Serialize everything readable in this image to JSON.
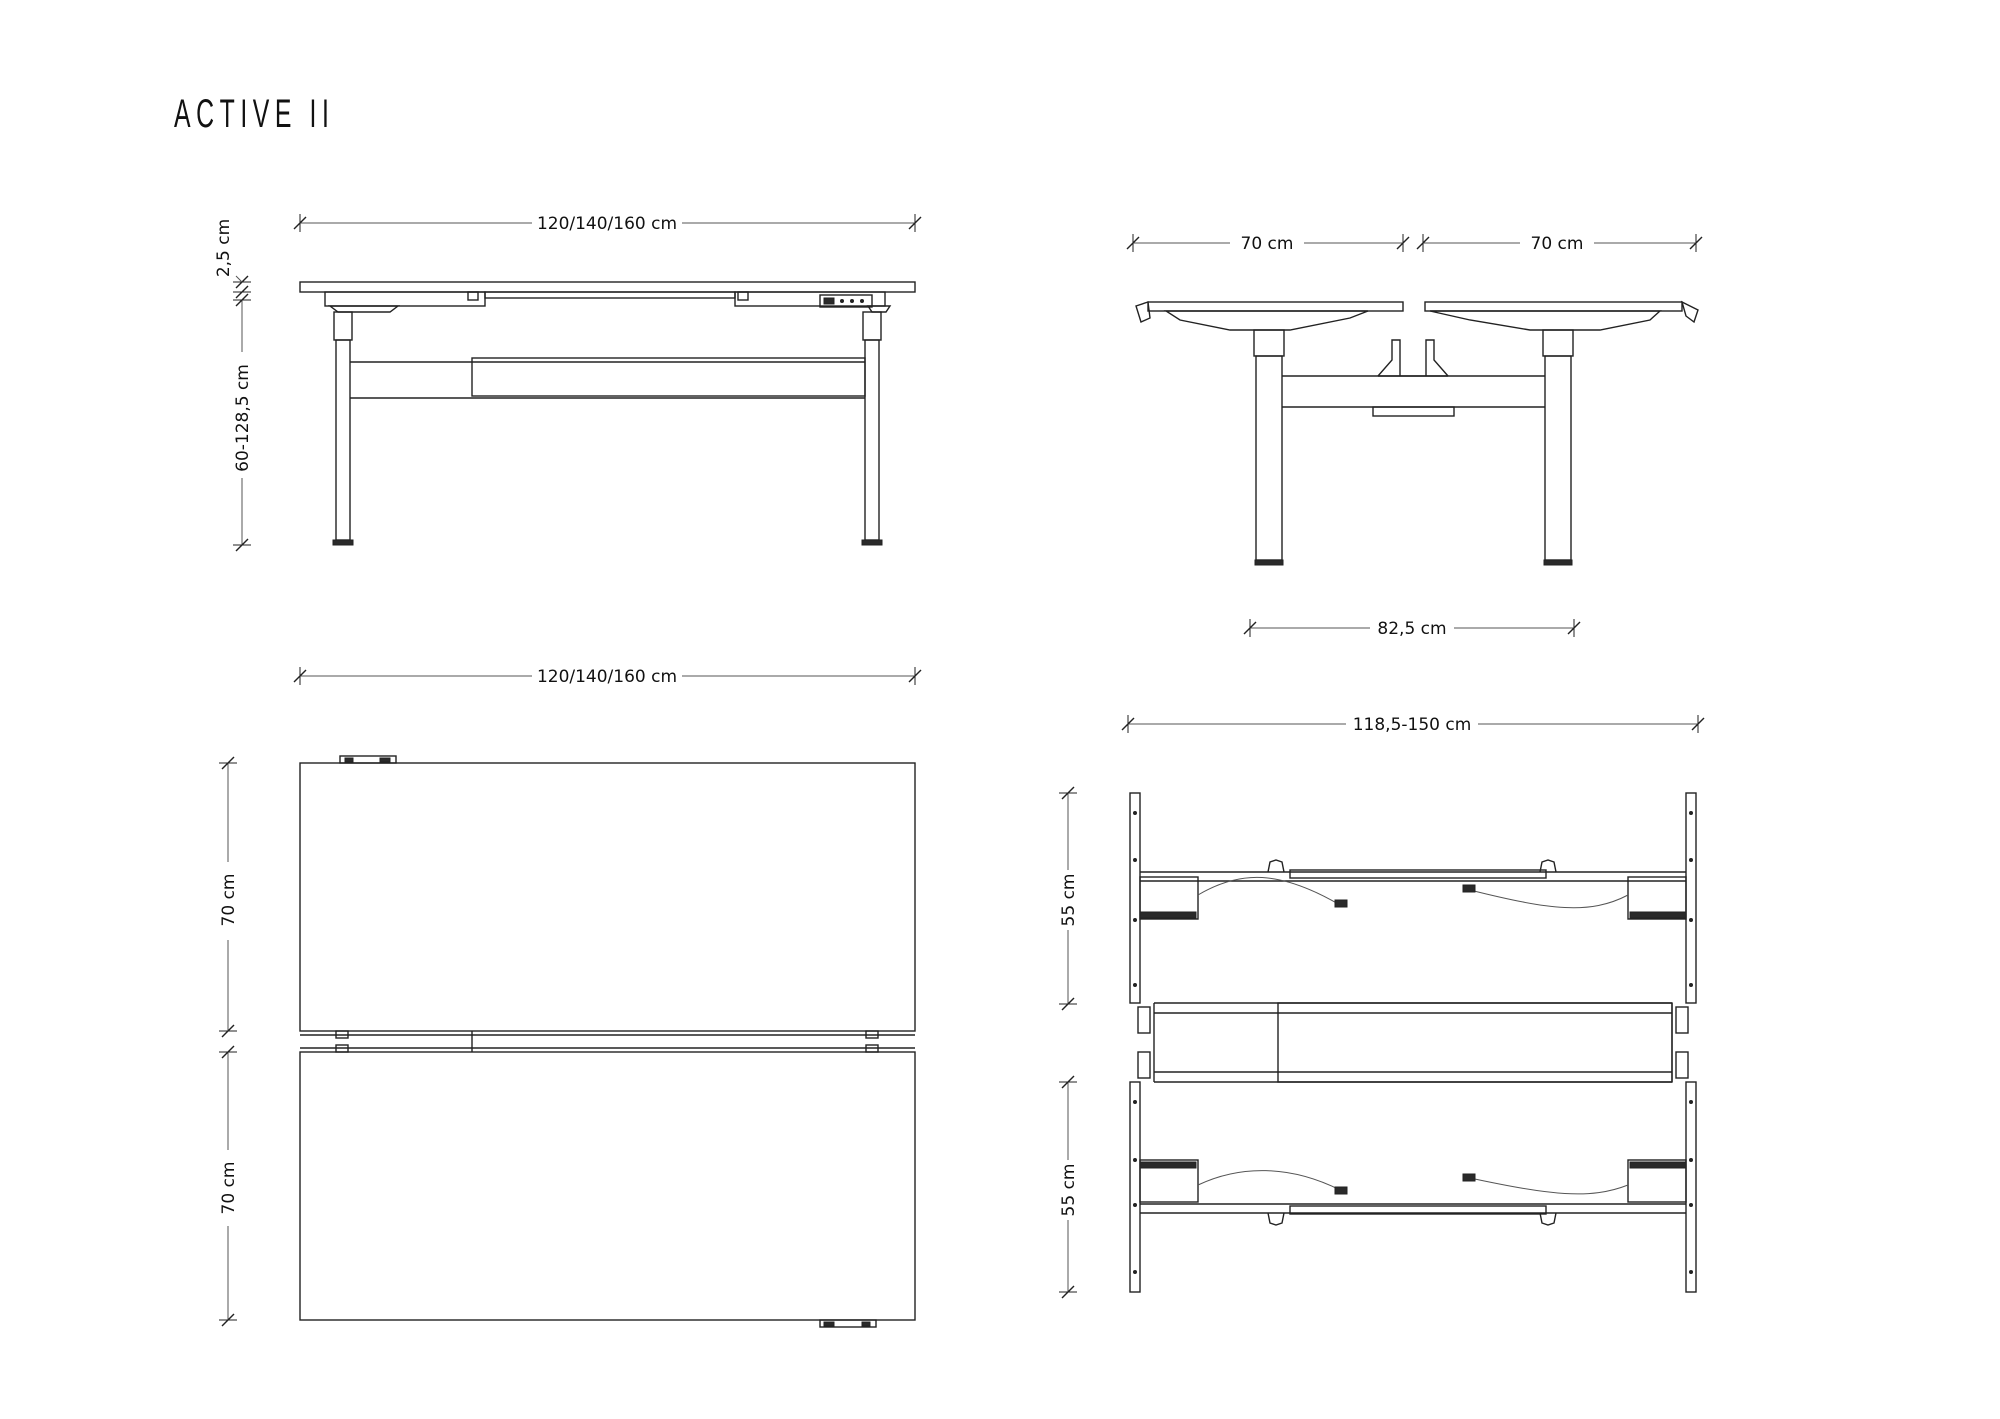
{
  "title": "ACTIVE II",
  "views": {
    "front": {
      "width_label": "120/140/160 cm",
      "top_thickness_label": "2,5 cm",
      "height_label": "60-128,5 cm"
    },
    "side": {
      "left_depth_label": "70 cm",
      "right_depth_label": "70 cm",
      "frame_width_label": "82,5 cm"
    },
    "top": {
      "width_label": "120/140/160 cm",
      "upper_depth_label": "70 cm",
      "lower_depth_label": "70 cm"
    },
    "frame": {
      "width_label": "118,5-150 cm",
      "upper_depth_label": "55 cm",
      "lower_depth_label": "55 cm"
    }
  }
}
